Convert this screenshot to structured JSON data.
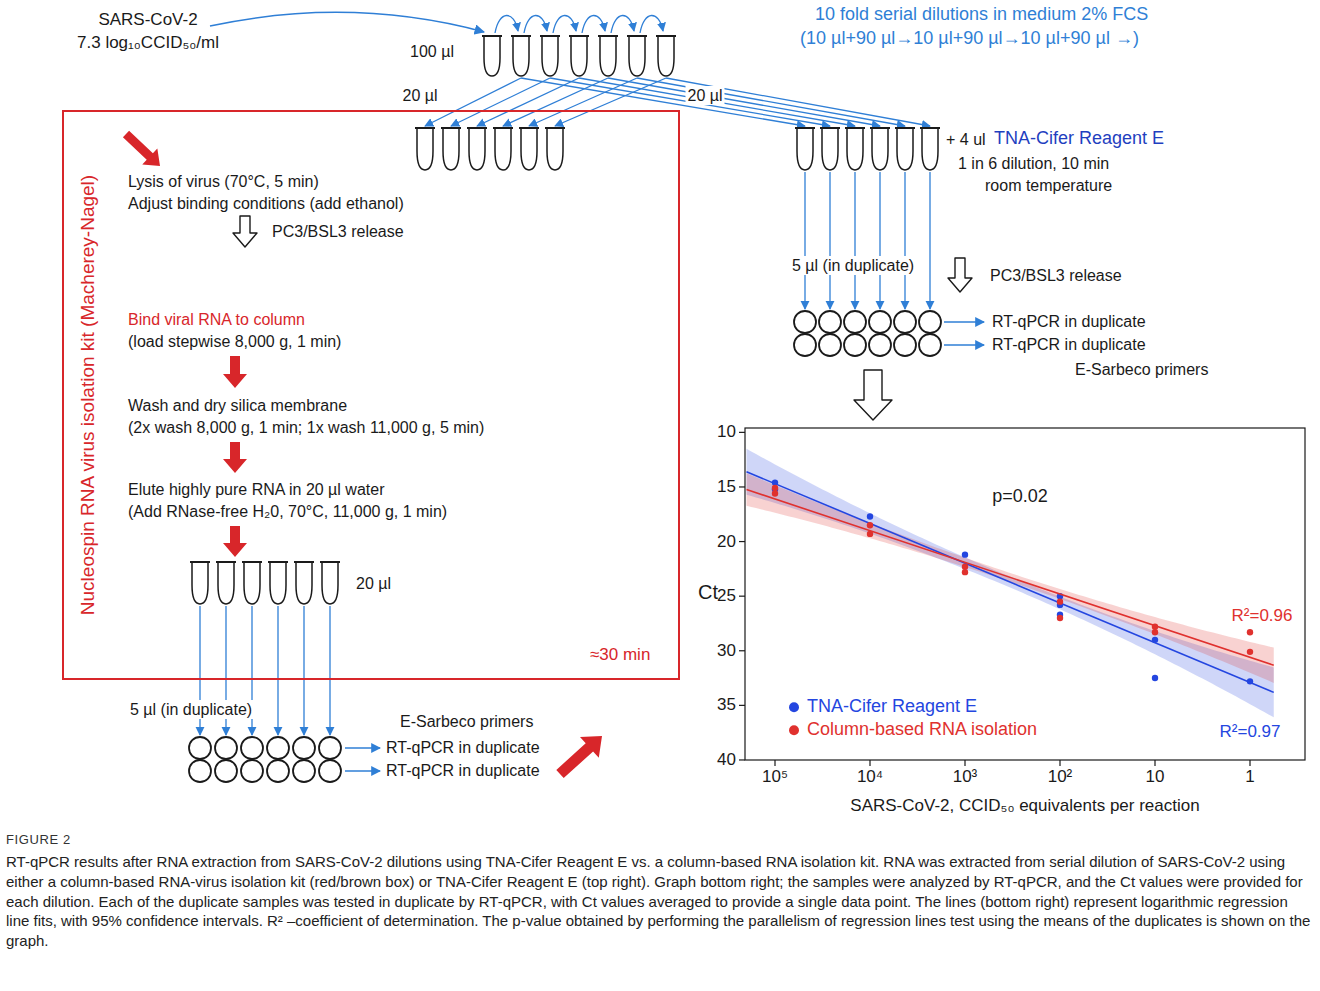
{
  "diagram": {
    "caption": "RT-qPCR results after RNA extraction from SARS-CoV-2 dilutions using TNA-Cifer Reagent E vs. a column-based RNA isolation kit. RNA was extracted from serial dilution of SARS-CoV-2 using either a column-based RNA-virus isolation kit (red/brown box) or TNA-Cifer Reagent E (top right). Graph bottom right; the samples were analyzed by RT-qPCR, and the Ct values were provided for each dilution. Each of the duplicate samples was tested in duplicate by RT-qPCR, with Ct values averaged to provide a single data point. The lines (bottom right) represent logarithmic regression line fits, with 95% confidence intervals. R² –coefficient of determination. The p-value obtained by performing the parallelism of regression lines test using the means of the duplicates is shown on the graph.",
    "nodes": [
      {
        "text": [
          "Nucleospin RNA virus isolation kit (Macherey-Nagel)",
          "Lysis of virus (70°C, 5 min)",
          "Adjust binding conditions (add ethanol)",
          "PC3/BSL3 release",
          "Bind viral RNA to column",
          "(load stepwise 8,000 g, 1 min)",
          "Wash and dry silica membrane",
          "(2x wash 8,000 g, 1 min; 1x wash 11,000 g, 5 min)",
          "Elute highly pure RNA in 20 µl water",
          "(Add RNase-free H₂0, 70°C, 11,000 g, 1 min)",
          "20 µl",
          "≈30 min"
        ]
      }
    ],
    "labels": [
      "SARS-CoV-2",
      "7.3 log₁₀CCID₅₀/ml",
      "100 µl",
      "10 fold serial dilutions in medium 2% FCS",
      "(10 µl+90 µl→10 µl+90 µl→10 µl+90 µl →)",
      "20 µl",
      "20 µl",
      "+ 4 ul",
      "TNA-Cifer Reagent E",
      "1 in 6 dilution, 10 min",
      "room temperature",
      "5 µl (in duplicate)",
      "PC3/BSL3 release",
      "RT-qPCR in duplicate",
      "RT-qPCR in duplicate",
      "E-Sarbeco primers",
      "5 µl (in duplicate)",
      "E-Sarbeco primers",
      "RT-qPCR in duplicate",
      "RT-qPCR in duplicate",
      "p=0.02",
      "R²=0.96",
      "R²=0.97",
      "Ct",
      "10",
      "15",
      "20",
      "25",
      "30",
      "35",
      "40",
      "10⁵",
      "10⁴",
      "10³",
      "10²",
      "10",
      "1",
      "SARS-CoV-2, CCID₅₀ equivalents per reaction",
      "FIGURE 2"
    ],
    "legend": [
      {
        "text": "TNA-Cifer Reagent E",
        "color": "#2446e0"
      },
      {
        "text": "Column-based RNA isolation",
        "color": "#e0312e"
      }
    ]
  }
}
